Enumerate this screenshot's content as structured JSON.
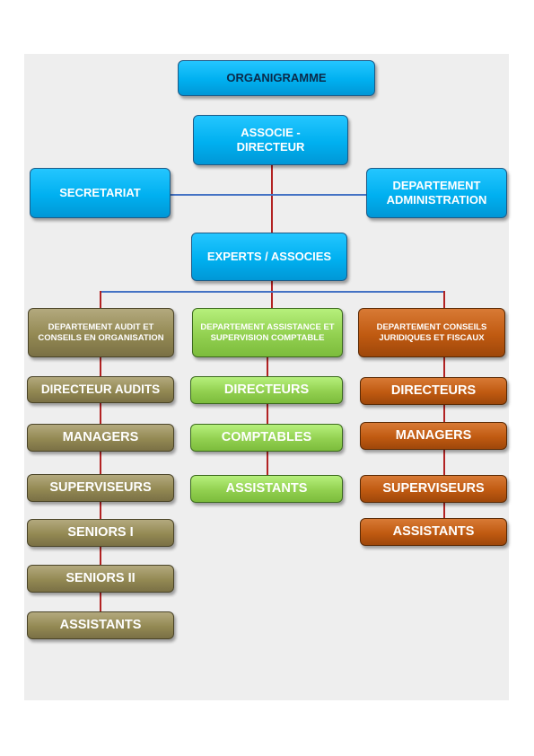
{
  "title": "ORGANIGRAMME",
  "associe": "ASSOCIE - DIRECTEUR",
  "secretariat": "SECRETARIAT",
  "dept_admin": "DEPARTEMENT ADMINISTRATION",
  "experts": "EXPERTS / ASSOCIES",
  "audit": {
    "header": "DEPARTEMENT AUDIT ET CONSEILS EN ORGANISATION",
    "levels": [
      "DIRECTEUR AUDITS",
      "MANAGERS",
      "SUPERVISEURS",
      "SENIORS I",
      "SENIORS II",
      "ASSISTANTS"
    ]
  },
  "comptable": {
    "header": "DEPARTEMENT ASSISTANCE ET SUPERVISION COMPTABLE",
    "levels": [
      "DIRECTEURS",
      "COMPTABLES",
      "ASSISTANTS"
    ]
  },
  "juridique": {
    "header": "DEPARTEMENT CONSEILS JURIDIQUES ET FISCAUX",
    "levels": [
      "DIRECTEURS",
      "MANAGERS",
      "SUPERVISEURS",
      "ASSISTANTS"
    ]
  },
  "colors": {
    "blue": "#00b0f0",
    "olive": "#938953",
    "green": "#92d050",
    "brown": "#c05a11",
    "connector_red": "#b22222",
    "connector_blue": "#4472c4"
  }
}
